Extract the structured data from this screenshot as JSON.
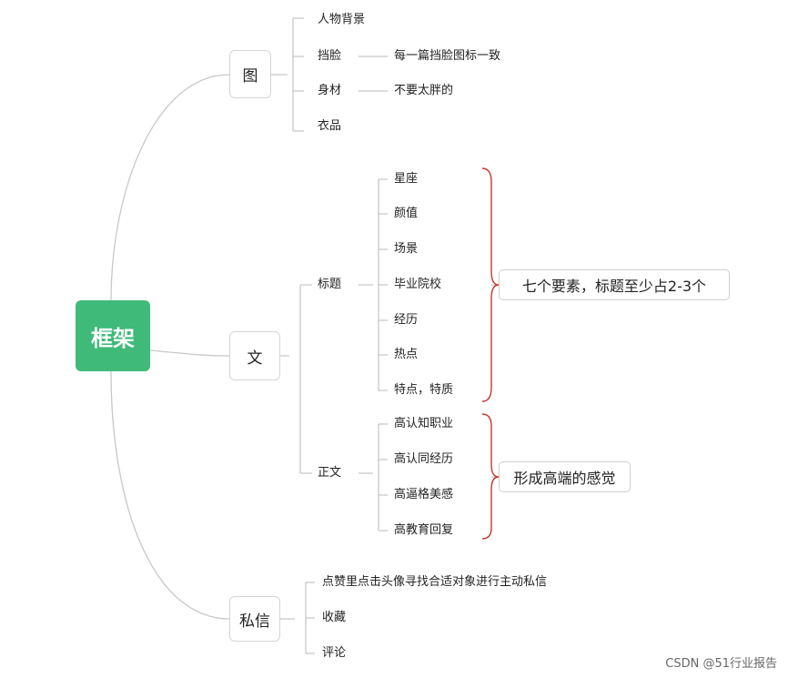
{
  "root": {
    "label": "框架"
  },
  "branches": {
    "tu": {
      "label": "图",
      "items": [
        "人物背景",
        "挡脸",
        "身材",
        "衣品"
      ],
      "notes": {
        "挡脸": "每一篇挡脸图标一致",
        "身材": "不要太胖的"
      }
    },
    "wen": {
      "label": "文",
      "title_group": {
        "label": "标题",
        "items": [
          "星座",
          "颜值",
          "场景",
          "毕业院校",
          "经历",
          "热点",
          "特点，特质"
        ],
        "summary": "七个要素，标题至少占2-3个"
      },
      "body_group": {
        "label": "正文",
        "items": [
          "高认知职业",
          "高认同经历",
          "高逼格美感",
          "高教育回复"
        ],
        "summary": "形成高端的感觉"
      }
    },
    "sixin": {
      "label": "私信",
      "items": [
        "点赞里点击头像寻找合适对象进行主动私信",
        "收藏",
        "评论"
      ]
    }
  },
  "watermark": "CSDN @51行业报告",
  "colors": {
    "root": "#3fba79",
    "line": "#c8c8c8",
    "brace": "#c0392b"
  }
}
